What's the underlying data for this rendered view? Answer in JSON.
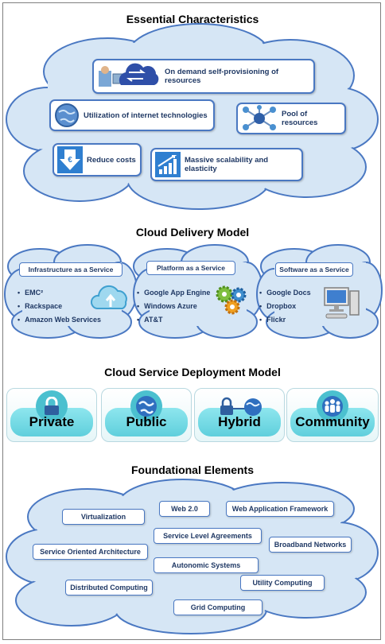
{
  "sections": {
    "essential": "Essential Characteristics",
    "delivery": "Cloud Delivery Model",
    "deployment": "Cloud Service Deployment Model",
    "foundational": "Foundational Elements"
  },
  "essential_items": {
    "self_provisioning": "On demand self-provisioning of resources",
    "internet": "Utilization of internet technologies",
    "pool": "Pool of resources",
    "costs": "Reduce costs",
    "scalability": "Massive scalability and elasticity"
  },
  "delivery": {
    "iaas": {
      "title": "Infrastructure as a Service",
      "items": [
        "EMC²",
        "Rackspace",
        "Amazon Web Services"
      ]
    },
    "paas": {
      "title": "Platform as a Service",
      "items": [
        "Google App Engine",
        "Windows Azure",
        "AT&T"
      ]
    },
    "saas": {
      "title": "Software as a Service",
      "items": [
        "Google Docs",
        "Dropbox",
        "Flickr"
      ]
    }
  },
  "deployment": {
    "private": "Private",
    "public": "Public",
    "hybrid": "Hybrid",
    "community": "Community"
  },
  "foundational_items": {
    "web20": "Web 2.0",
    "webapp": "Web Application Framework",
    "virtualization": "Virtualization",
    "sla": "Service Level Agreements",
    "broadband": "Broadband Networks",
    "soa": "Service Oriented Architecture",
    "autonomic": "Autonomic Systems",
    "utility": "Utility Computing",
    "distributed": "Distributed Computing",
    "grid": "Grid Computing"
  },
  "icons": {
    "self_provisioning": "user-cloud-sync-icon",
    "internet": "globe-icon",
    "pool": "network-hub-icon",
    "costs": "euro-down-arrow-icon",
    "scalability": "growth-chart-icon",
    "iaas": "cloud-upload-icon",
    "paas": "gears-icon",
    "saas": "desktop-computer-icon",
    "private": "lock-icon",
    "public": "globe-icon",
    "hybrid": "lock-globe-icon",
    "community": "people-icon"
  },
  "colors": {
    "cloud_fill": "#d6e6f5",
    "cloud_outline": "#4a78c2",
    "text": "#1f3864",
    "deploy_band": "#7fdfe8"
  }
}
